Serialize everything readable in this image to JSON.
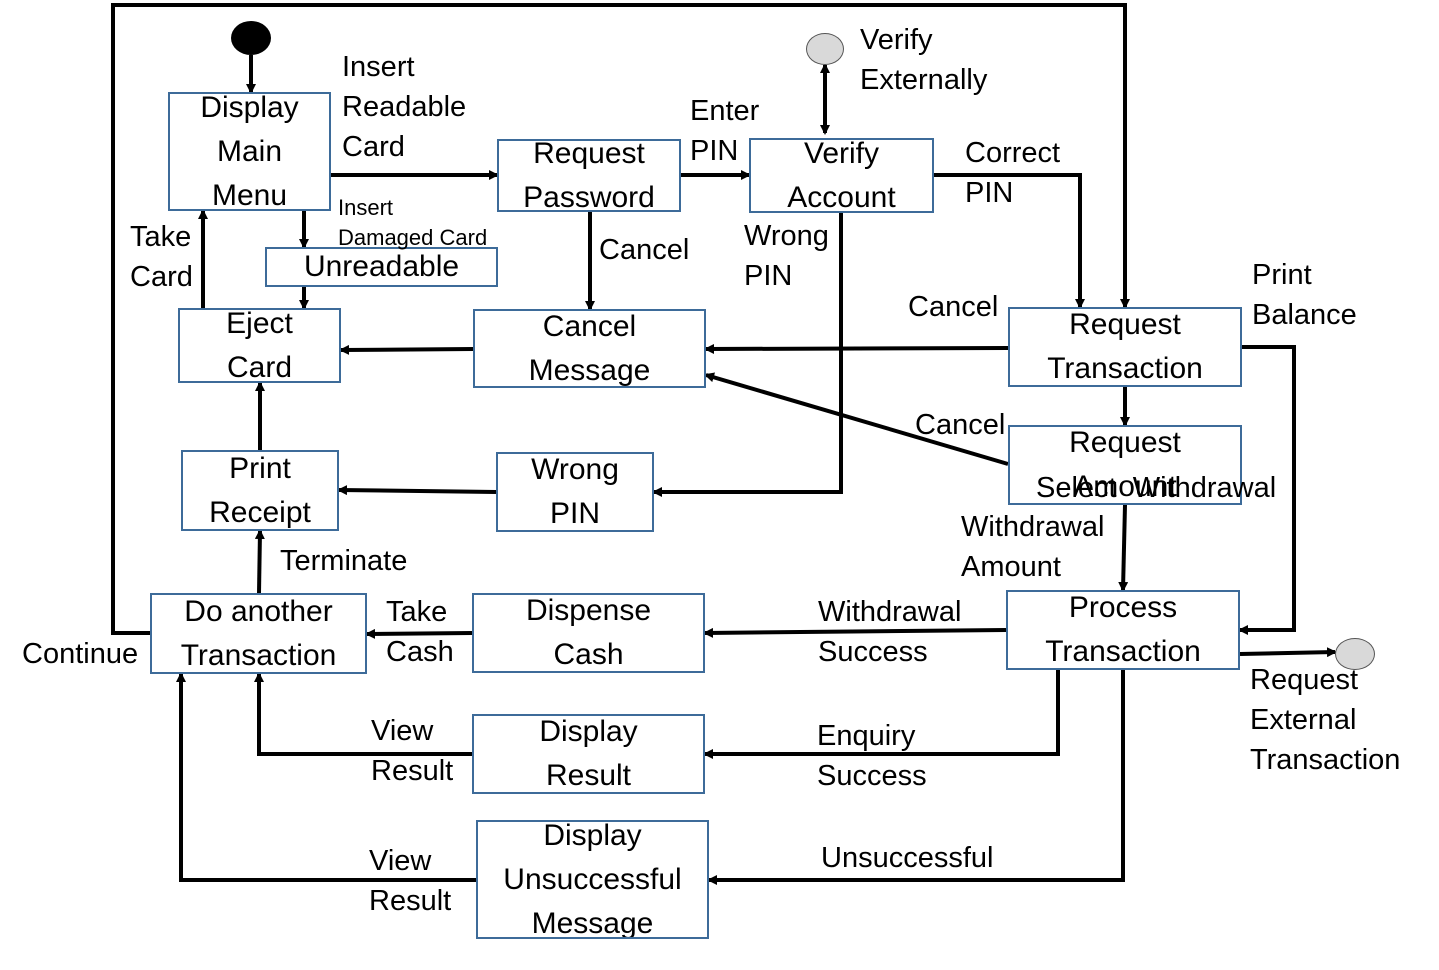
{
  "states": {
    "display_main_menu": [
      "Display",
      "Main",
      "Menu"
    ],
    "request_password": [
      "Request",
      "Password"
    ],
    "verify_account": [
      "Verify",
      "Account"
    ],
    "unreadable": [
      "Unreadable"
    ],
    "eject_card": [
      "Eject",
      "Card"
    ],
    "cancel_message": [
      "Cancel",
      "Message"
    ],
    "request_transaction": [
      "Request",
      "Transaction"
    ],
    "request_amount": [
      "Request",
      "Amount"
    ],
    "print_receipt": [
      "Print",
      "Receipt"
    ],
    "wrong_pin": [
      "Wrong",
      "PIN"
    ],
    "do_another_transaction": [
      "Do another",
      "Transaction"
    ],
    "dispense_cash": [
      "Dispense",
      "Cash"
    ],
    "process_transaction": [
      "Process",
      "Transaction"
    ],
    "display_result": [
      "Display",
      "Result"
    ],
    "display_unsuccessful_message": [
      "Display",
      "Unsuccessful",
      "Message"
    ]
  },
  "labels": {
    "insert_readable_card": [
      "Insert",
      "Readable",
      "Card"
    ],
    "insert_damaged_card": [
      "Insert",
      "Damaged Card"
    ],
    "enter_pin": [
      "Enter",
      "PIN"
    ],
    "verify_externally": [
      "Verify",
      "Externally"
    ],
    "correct_pin": [
      "Correct",
      "PIN"
    ],
    "wrong_pin": [
      "Wrong",
      "PIN"
    ],
    "cancel_password": "Cancel",
    "take_card": [
      "Take",
      "Card"
    ],
    "cancel_request": "Cancel",
    "print_balance": [
      "Print",
      "Balance"
    ],
    "select_withdrawal": "Select  Withdrawal",
    "cancel_amount": "Cancel",
    "withdrawal_amount": [
      "Withdrawal",
      "Amount"
    ],
    "terminate": "Terminate",
    "take_cash": [
      "Take",
      "Cash"
    ],
    "withdrawal_success": [
      "Withdrawal",
      "Success"
    ],
    "continue": "Continue",
    "request_external_transaction": [
      "Request",
      "External",
      "Transaction"
    ],
    "view_result_1": [
      "View",
      "Result"
    ],
    "enquiry_success": [
      "Enquiry",
      "Success"
    ],
    "view_result_2": [
      "View",
      "Result"
    ],
    "unsuccessful": "Unsuccessful"
  },
  "colors": {
    "box_border": "#3d6b99",
    "arrow": "#000000",
    "initial_node": "#000000",
    "external_node": "#d9d9d9"
  }
}
